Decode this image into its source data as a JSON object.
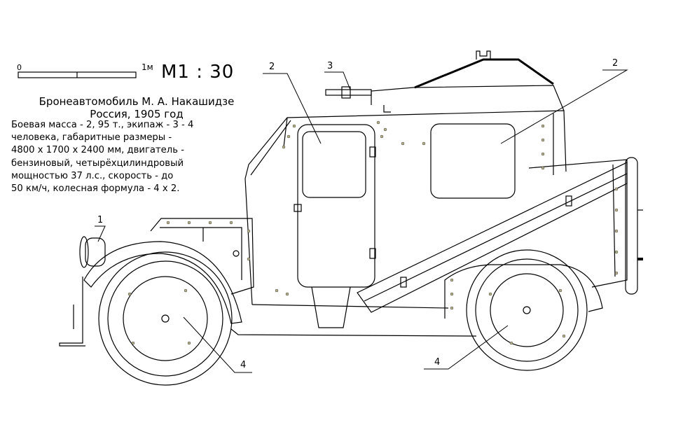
{
  "scale_bar": {
    "start_label": "0",
    "end_label": "1м",
    "ratio": "М1 : 30"
  },
  "title": {
    "line1": "Бронеавтомобиль  М.  А.  Накашидзе",
    "line2": "Россия, 1905 год"
  },
  "specs": [
    "Боевая масса - 2, 95 т., экипаж - 3 - 4",
    "человека, габаритные размеры -",
    "4800 х 1700 х 2400 мм, двигатель -",
    "бензиновый, четырёхцилиндровый",
    "мощностью 37 л.с., скорость - до",
    "50 км/ч, колесная формула - 4 х 2."
  ],
  "callouts": {
    "lamp": "1",
    "door_window": "2",
    "side_window": "2",
    "gun": "3",
    "front_wheel": "4",
    "rear_wheel": "4"
  },
  "colors": {
    "line": "#000000",
    "rivet": "#b5b08a"
  }
}
